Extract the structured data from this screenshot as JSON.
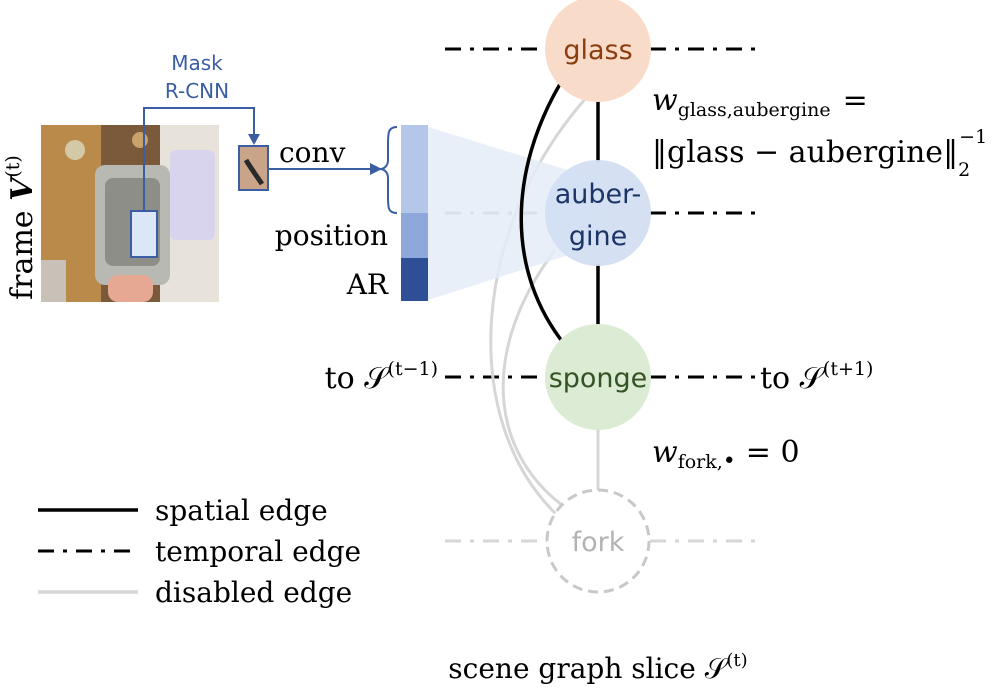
{
  "colors": {
    "glass_fill": "#f8dcc9",
    "glass_text": "#8a3d0e",
    "aubergine_fill": "#d3def2",
    "aubergine_text": "#1c3566",
    "sponge_fill": "#dcebd3",
    "sponge_text": "#355225",
    "fork_stroke": "#c8c8c8",
    "fork_text": "#b3b3b3",
    "spatial_edge": "#000000",
    "disabled_edge": "#d6d6d6",
    "mask_rcnn_blue": "#3b5ea3",
    "feature_light": "#b5c7e8",
    "feature_mid": "#8ea8dc",
    "feature_dark": "#2e4f96",
    "projection_fill": "#e5ecf8"
  },
  "frame": {
    "label_prefix": "frame",
    "label_var": "V",
    "label_sup": "(t)",
    "image_description_icon": "kitchen-sink-photo"
  },
  "mask_rcnn": {
    "line1": "Mask",
    "line2": "R-CNN"
  },
  "feature": {
    "conv_label": "conv",
    "position_label": "position",
    "ar_label": "AR"
  },
  "nodes": {
    "glass": "glass",
    "aubergine_line1": "auber-",
    "aubergine_line2": "gine",
    "sponge": "sponge",
    "fork": "fork"
  },
  "weights": {
    "w_glass_var": "w",
    "w_glass_sub": "glass,aubergine",
    "w_glass_eq": "=",
    "norm_text": "‖glass − aubergine‖",
    "norm_sub": "2",
    "norm_sup": "−1",
    "w_fork_var": "w",
    "w_fork_sub": "fork,",
    "w_fork_bullet": "•",
    "w_fork_rhs": "= 0"
  },
  "temporal": {
    "left_to": "to",
    "left_sup": "(t−1)",
    "right_to": "to",
    "right_sup": "(t+1)",
    "script_s": "𝒮"
  },
  "legend": {
    "spatial": "spatial edge",
    "temporal": "temporal edge",
    "disabled": "disabled edge"
  },
  "caption": {
    "text": "scene graph slice",
    "script_s": "𝒮",
    "sup": "(t)"
  }
}
